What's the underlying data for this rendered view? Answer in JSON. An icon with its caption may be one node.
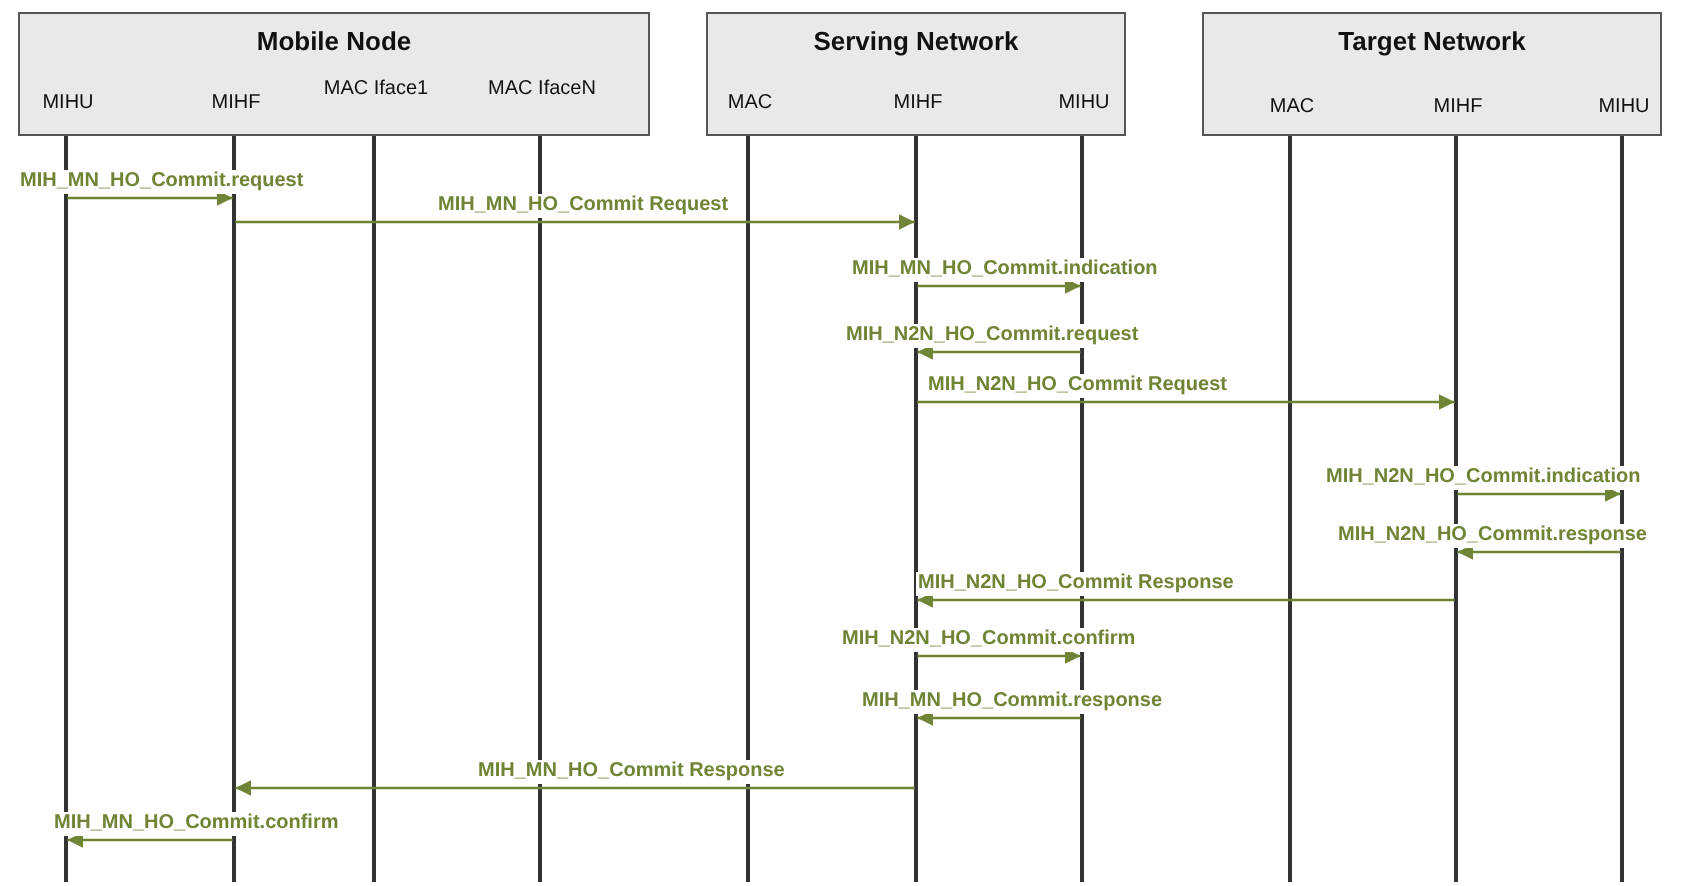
{
  "diagram": {
    "nodes": [
      {
        "text": [
          "Mobile Node"
        ]
      },
      {
        "text": [
          "Serving Network"
        ]
      },
      {
        "text": [
          "Target Network"
        ]
      },
      {
        "text": [
          "MIHU"
        ],
        "in": 0
      },
      {
        "text": [
          "MIHF"
        ],
        "in": 0
      },
      {
        "text": [
          "MAC Iface1"
        ],
        "in": 0
      },
      {
        "text": [
          "MAC IfaceN"
        ],
        "in": 0
      },
      {
        "text": [
          "MAC"
        ],
        "in": 1
      },
      {
        "text": [
          "MIHF"
        ],
        "in": 1
      },
      {
        "text": [
          "MIHU"
        ],
        "in": 1
      },
      {
        "text": [
          "MAC"
        ],
        "in": 2
      },
      {
        "text": [
          "MIHF"
        ],
        "in": 2
      },
      {
        "text": [
          "MIHU"
        ],
        "in": 2
      },
      {
        "text": [],
        "shape": "line"
      },
      {
        "text": [],
        "shape": "line"
      },
      {
        "text": [],
        "shape": "line"
      },
      {
        "text": [],
        "shape": "line"
      },
      {
        "text": [],
        "shape": "line"
      },
      {
        "text": [],
        "shape": "line"
      },
      {
        "text": [],
        "shape": "line"
      },
      {
        "text": [],
        "shape": "line"
      },
      {
        "text": [],
        "shape": "line"
      },
      {
        "text": [],
        "shape": "line"
      }
    ],
    "edges": [
      {
        "from": 13,
        "to": 14,
        "arrow": "to",
        "label": "MIH_MN_HO_Commit.request"
      },
      {
        "from": 14,
        "to": 18,
        "arrow": "to",
        "label": "MIH_MN_HO_Commit Request"
      },
      {
        "from": 18,
        "to": 19,
        "arrow": "to",
        "label": "MIH_MN_HO_Commit.indication"
      },
      {
        "from": 19,
        "to": 18,
        "arrow": "to",
        "label": "MIH_N2N_HO_Commit.request"
      },
      {
        "from": 18,
        "to": 21,
        "arrow": "to",
        "label": "MIH_N2N_HO_Commit Request"
      },
      {
        "from": 21,
        "to": 22,
        "arrow": "to",
        "label": "MIH_N2N_HO_Commit.indication"
      },
      {
        "from": 22,
        "to": 21,
        "arrow": "to",
        "label": "MIH_N2N_HO_Commit.response"
      },
      {
        "from": 21,
        "to": 18,
        "arrow": "to",
        "label": "MIH_N2N_HO_Commit Response"
      },
      {
        "from": 18,
        "to": 19,
        "arrow": "to",
        "label": "MIH_N2N_HO_Commit.confirm"
      },
      {
        "from": 19,
        "to": 18,
        "arrow": "to",
        "label": "MIH_MN_HO_Commit.response"
      },
      {
        "from": 18,
        "to": 14,
        "arrow": "to",
        "label": "MIH_MN_HO_Commit Response"
      },
      {
        "from": 14,
        "to": 13,
        "arrow": "to",
        "label": "MIH_MN_HO_Commit.confirm"
      }
    ]
  }
}
